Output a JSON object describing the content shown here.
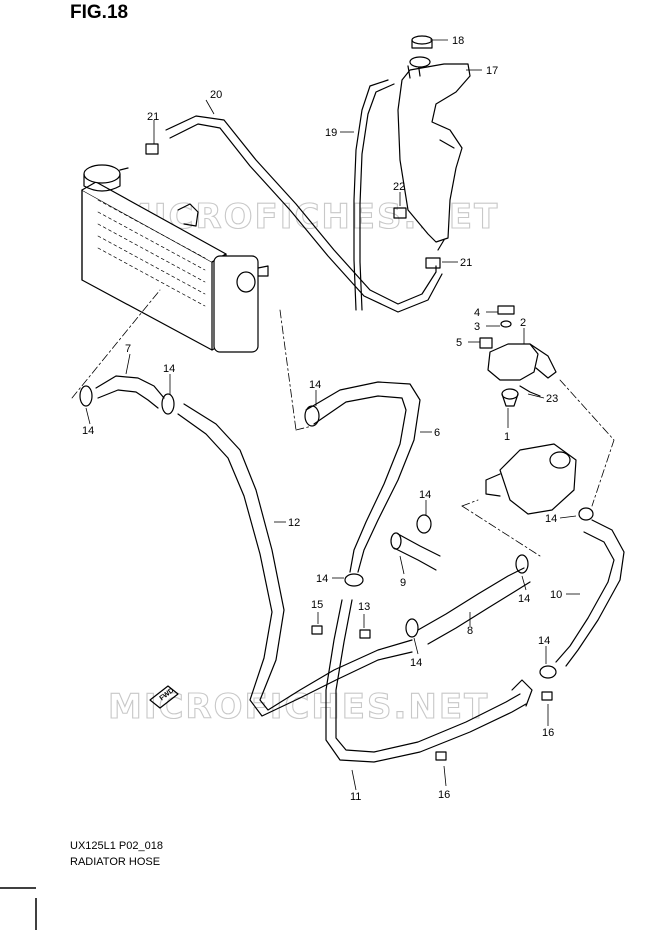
{
  "figure_title": "FIG.18",
  "code": "UX125L1 P02_018",
  "name": "RADIATOR HOSE",
  "watermark": "MICROFICHES.NET",
  "fwd_mark": "FWD",
  "callouts": [
    "1",
    "2",
    "3",
    "4",
    "5",
    "6",
    "7",
    "8",
    "9",
    "10",
    "11",
    "12",
    "13",
    "14",
    "15",
    "16",
    "17",
    "18",
    "19",
    "20",
    "21",
    "22",
    "23"
  ]
}
